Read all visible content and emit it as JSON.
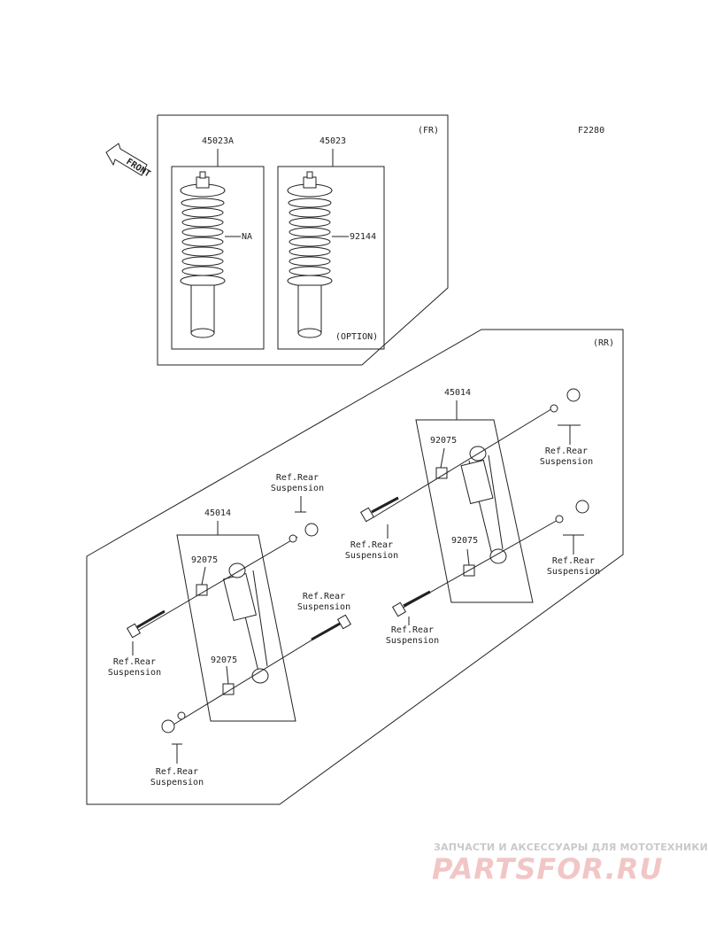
{
  "diagram_code": "F2280",
  "front_arrow_text": "FRONT",
  "front_section": {
    "tag": "(FR)",
    "shock_a": {
      "part_number": "45023A",
      "spring_label": "NA"
    },
    "shock_b": {
      "part_number": "45023",
      "spring_label": "92144",
      "note": "(OPTION)"
    }
  },
  "rear_section": {
    "tag": "(RR)",
    "left_shock": {
      "part_number": "45014",
      "bushing_top": "92075",
      "bushing_bottom": "92075"
    },
    "right_shock": {
      "part_number": "45014",
      "bushing_top": "92075",
      "bushing_bottom": "92075"
    },
    "ref_labels": [
      "Ref.Rear\nSuspension",
      "Ref.Rear\nSuspension",
      "Ref.Rear\nSuspension",
      "Ref.Rear\nSuspension",
      "Ref.Rear\nSuspension",
      "Ref.Rear\nSuspension",
      "Ref.Rear\nSuspension"
    ]
  },
  "watermark": {
    "line1": "ЗАПЧАСТИ И АКСЕССУАРЫ ДЛЯ МОТОТЕХНИКИ",
    "line2": "PARTSFOR.RU"
  }
}
